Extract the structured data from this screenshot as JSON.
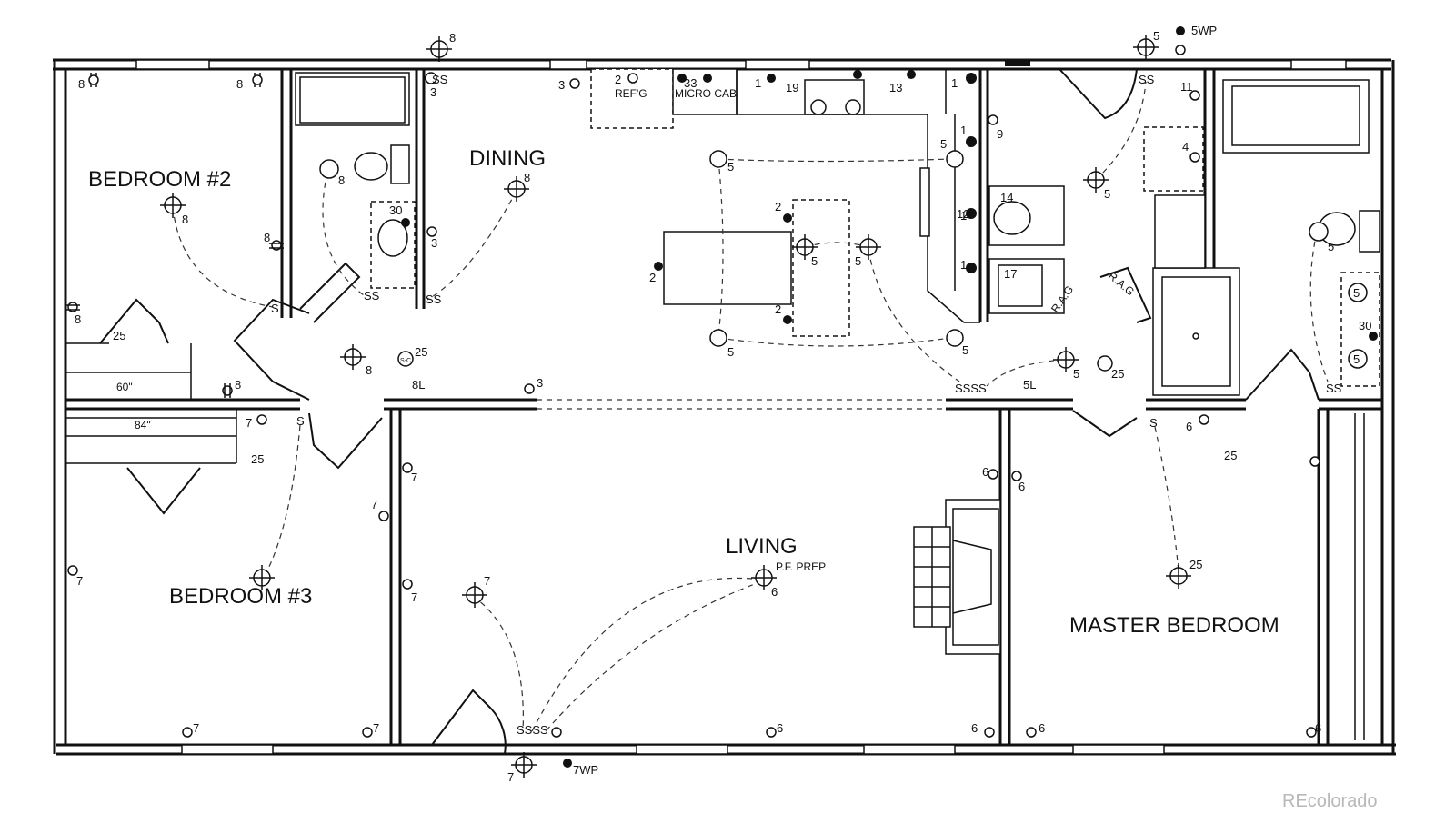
{
  "rooms": {
    "bedroom2": "BEDROOM #2",
    "dining": "DINING",
    "bedroom3": "BEDROOM #3",
    "living": "LIVING",
    "pf_prep": "P.F. PREP",
    "master": "MASTER BEDROOM"
  },
  "labels": {
    "refg": "REF'G",
    "micro_cab": "MICRO CAB",
    "closet60": "60\"",
    "closet84": "84\"",
    "wp5": "5WP",
    "wp7": "7WP",
    "rag1": "R.A.G",
    "rag2": "R.A.G",
    "l8": "8L",
    "l5": "5L",
    "sc": "S-C"
  },
  "circuits": {
    "c8a": "8",
    "c8b": "8",
    "c8c": "8",
    "c8d": "8",
    "c8e": "8",
    "c8f": "8",
    "c8g": "8",
    "c8h": "8",
    "c8i": "8",
    "c8j": "8",
    "c3a": "3",
    "c3b": "3",
    "c3c": "3",
    "c3d": "3",
    "c2a": "2",
    "c2b": "2",
    "c2c": "2",
    "c2d": "2",
    "c33": "33",
    "c1a": "1",
    "c1b": "1",
    "c1c": "1",
    "c1d": "1",
    "c1e": "1",
    "c19": "19",
    "c13": "13",
    "c5a": "5",
    "c5b": "5",
    "c5c": "5",
    "c5d": "5",
    "c5e": "5",
    "c5f": "5",
    "c5g": "5",
    "c5h": "5",
    "c5i": "5",
    "c5j": "5",
    "c5k": "5",
    "c5l": "5",
    "c9": "9",
    "c14": "14",
    "c12": "12",
    "c17": "17",
    "c11": "11",
    "c4": "4",
    "c30a": "30",
    "c30b": "30",
    "c25a": "25",
    "c25b": "25",
    "c25c": "25",
    "c25d": "25",
    "c25e": "25",
    "c25f": "25",
    "c7a": "7",
    "c7b": "7",
    "c7c": "7",
    "c7d": "7",
    "c7e": "7",
    "c7f": "7",
    "c7g": "7",
    "c7h": "7",
    "c7i": "7",
    "c6a": "6",
    "c6b": "6",
    "c6c": "6",
    "c6d": "6",
    "c6e": "6",
    "c6f": "6",
    "c6g": "6",
    "c6h": "6"
  },
  "watermark": "REcolorado"
}
